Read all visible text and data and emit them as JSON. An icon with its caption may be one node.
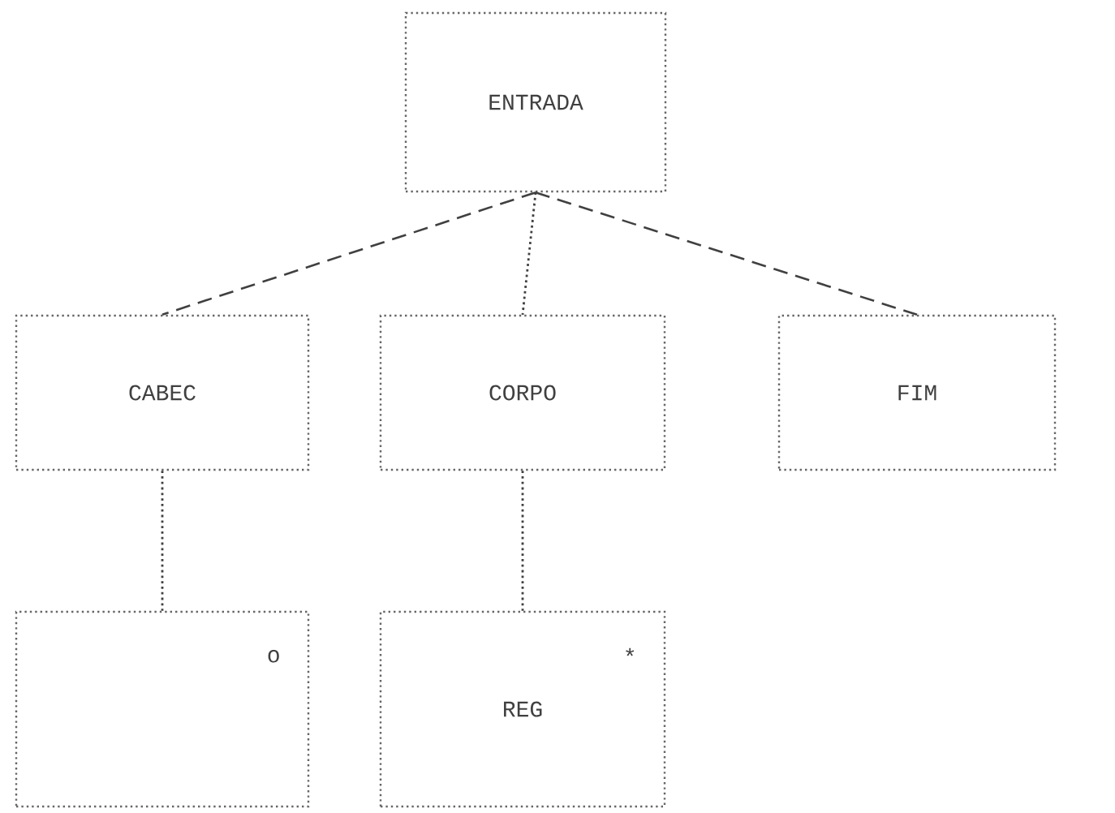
{
  "diagram": {
    "nodes": [
      {
        "text": [
          "ENTRADA"
        ]
      },
      {
        "text": [
          "CABEC"
        ]
      },
      {
        "text": [
          "CORPO"
        ]
      },
      {
        "text": [
          "FIM"
        ]
      },
      {
        "text": [
          "o"
        ]
      },
      {
        "text": [
          "REG",
          "*"
        ]
      }
    ],
    "edges": [
      {
        "from": 0,
        "to": 1,
        "arrow": "none",
        "style": "dashed"
      },
      {
        "from": 0,
        "to": 2,
        "arrow": "none"
      },
      {
        "from": 0,
        "to": 3,
        "arrow": "none",
        "style": "dashed"
      },
      {
        "from": 1,
        "to": 4,
        "arrow": "none"
      },
      {
        "from": 2,
        "to": 5,
        "arrow": "none"
      }
    ]
  }
}
